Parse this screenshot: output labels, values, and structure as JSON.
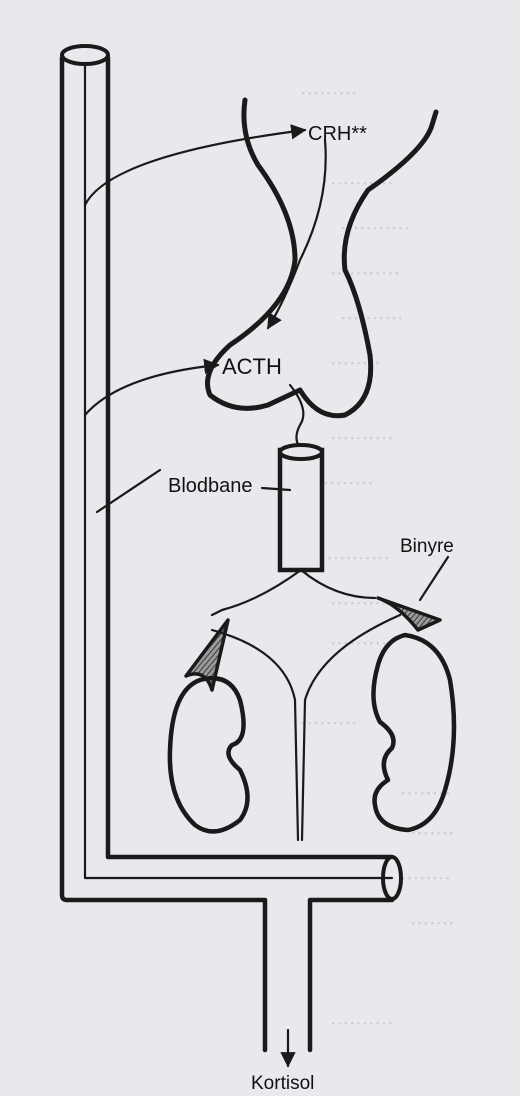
{
  "labels": {
    "crh": "CRH**",
    "acth": "ACTH",
    "blodbane": "Blodbane",
    "binyre": "Binyre",
    "kortisol": "Kortisol"
  },
  "colors": {
    "background": "#e9e8ec",
    "ink": "#1a1a1a",
    "adrenal_fill": "#7a7a7a"
  }
}
